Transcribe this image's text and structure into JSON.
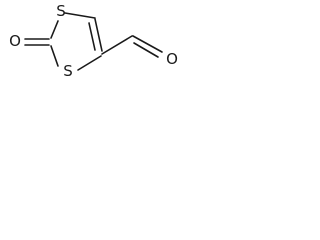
{
  "structure": {
    "atoms": [
      {
        "id": "s-top",
        "label": "S"
      },
      {
        "id": "s-bottom",
        "label": "S"
      },
      {
        "id": "o-ketone",
        "label": "O"
      },
      {
        "id": "o-aldehyde",
        "label": "O"
      }
    ],
    "colors": {
      "ink": "#1a1a1a",
      "background": "#ffffff"
    }
  }
}
